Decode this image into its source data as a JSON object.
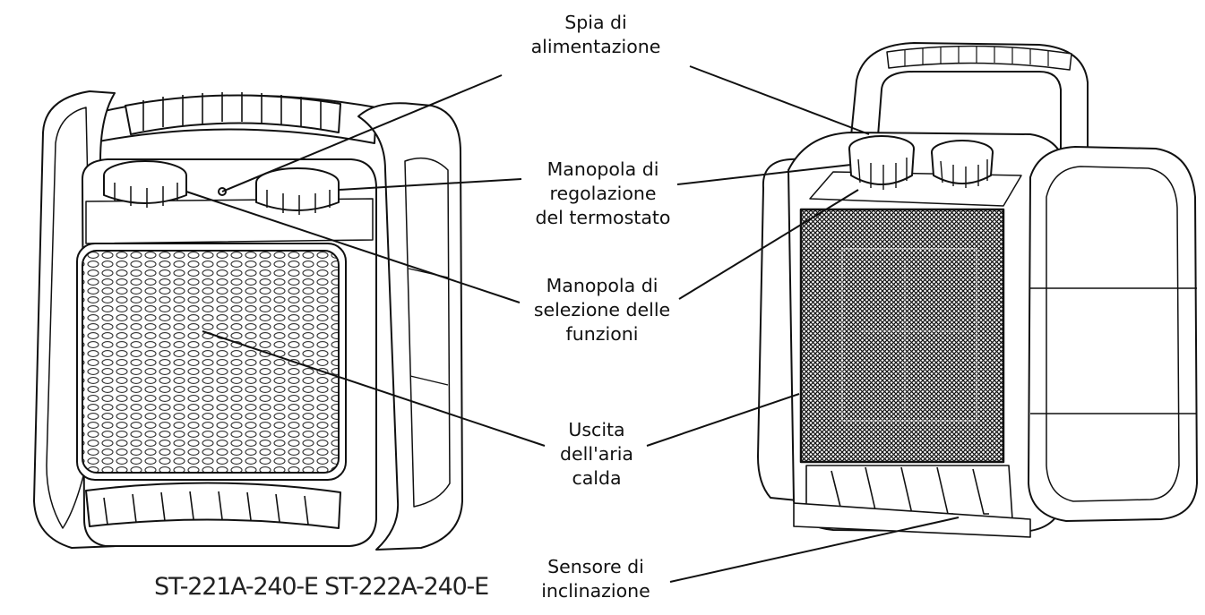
{
  "labels": {
    "power_light": [
      "Spia di",
      "alimentazione"
    ],
    "thermostat_knob": [
      "Manopola di",
      "regolazione",
      "del termostato"
    ],
    "function_knob": [
      "Manopola di",
      "selezione delle",
      "funzioni"
    ],
    "hot_air_outlet": [
      "Uscita",
      "dell'aria",
      "calda"
    ],
    "tilt_sensor": [
      "Sensore di",
      "inclinazione"
    ]
  },
  "model_numbers": "ST-221A-240-E ST-222A-240-E"
}
